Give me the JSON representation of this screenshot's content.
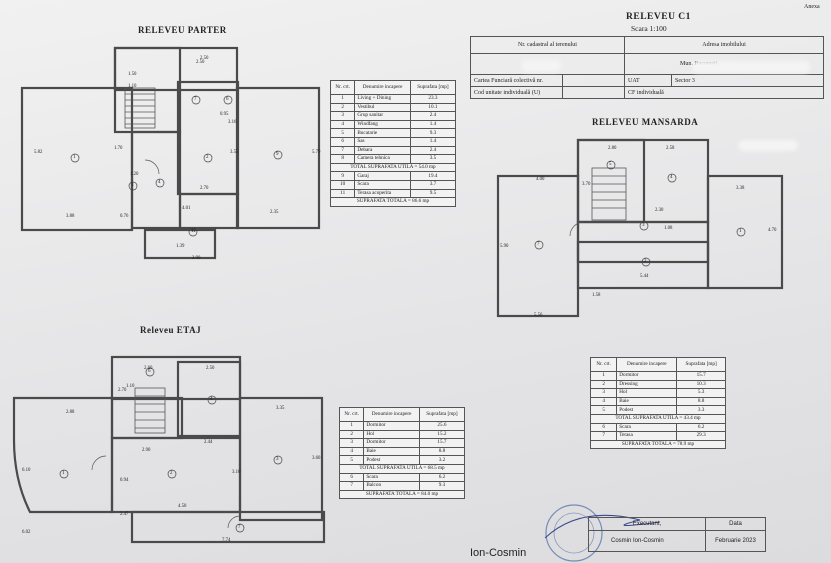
{
  "corner_text": "Anexa",
  "titles": {
    "parter": "RELEVEU PARTER",
    "etaj": "Releveu ETAJ",
    "mansarda": "RELEVEU MANSARDA",
    "c1": "RELEVEU C1",
    "scale": "Scara 1:100"
  },
  "cadastral": {
    "nr_label": "Nr. cadastral al terenului",
    "adresa_label": "Adresa imobilului",
    "adresa_value": "Mun. Bucuresti,",
    "cf_label": "Cartea Funciară colectivă nr.",
    "uat_label": "UAT",
    "sector": "Sector 3",
    "cod_label": "Cod unitate individuală (U)",
    "cf_ind_label": "CF individuală"
  },
  "table_header": {
    "nr": "Nr. crt.",
    "den": "Denumire incapere",
    "sup": "Suprafata [mp]"
  },
  "parter": {
    "rows": [
      {
        "nr": "1",
        "name": "Living + Dining",
        "area": "23.3"
      },
      {
        "nr": "2",
        "name": "Vestibul",
        "area": "10.1"
      },
      {
        "nr": "3",
        "name": "Grup sanitar",
        "area": "2.4"
      },
      {
        "nr": "4",
        "name": "Windfang",
        "area": "1.4"
      },
      {
        "nr": "5",
        "name": "Bucatarie",
        "area": "9.3"
      },
      {
        "nr": "6",
        "name": "Sas",
        "area": "1.4"
      },
      {
        "nr": "7",
        "name": "Debara",
        "area": "2.4"
      },
      {
        "nr": "8",
        "name": "Camera tehnica",
        "area": "3.5"
      }
    ],
    "util_total": "TOTAL SUPRAFATA UTILA = 54.0 mp",
    "extra_rows": [
      {
        "nr": "9",
        "name": "Garaj",
        "area": "19.4"
      },
      {
        "nr": "10",
        "name": "Scara",
        "area": "3.7"
      },
      {
        "nr": "11",
        "name": "Terasa acoperita",
        "area": "9.5"
      }
    ],
    "total": "SUPRAFATA TOTALA = 86.6 mp"
  },
  "etaj": {
    "rows": [
      {
        "nr": "1",
        "name": "Dormitor",
        "area": "25.6"
      },
      {
        "nr": "2",
        "name": "Hol",
        "area": "15.2"
      },
      {
        "nr": "3",
        "name": "Dormitor",
        "area": "15.7"
      },
      {
        "nr": "4",
        "name": "Baie",
        "area": "8.8"
      },
      {
        "nr": "5",
        "name": "Podest",
        "area": "3.2"
      }
    ],
    "util_total": "TOTAL SUPRAFATA UTILA = 68.5 mp",
    "extra_rows": [
      {
        "nr": "6",
        "name": "Scara",
        "area": "6.2"
      },
      {
        "nr": "7",
        "name": "Balcon",
        "area": "9.3"
      }
    ],
    "total": "SUPRAFATA TOTALA = 84.0 mp"
  },
  "mansarda": {
    "rows": [
      {
        "nr": "1",
        "name": "Dormitor",
        "area": "15.7"
      },
      {
        "nr": "2",
        "name": "Dressing",
        "area": "10.3"
      },
      {
        "nr": "3",
        "name": "Hol",
        "area": "5.3"
      },
      {
        "nr": "4",
        "name": "Baie",
        "area": "8.8"
      },
      {
        "nr": "5",
        "name": "Podest",
        "area": "3.3"
      }
    ],
    "util_total": "TOTAL SUPRAFATA UTILA = 43.4 mp",
    "extra_rows": [
      {
        "nr": "6",
        "name": "Scara",
        "area": "6.2"
      },
      {
        "nr": "7",
        "name": "Terasa",
        "area": "29.3"
      }
    ],
    "total": "SUPRAFATA TOTALA = 78.9 mp"
  },
  "parter_dims": [
    "2.50",
    "1.50",
    "1.10",
    "5.82",
    "1.70",
    "1.20",
    "2.70",
    "3.88",
    "0.76",
    "4.01",
    "1.39",
    "2.50",
    "3.55",
    "5.79",
    "2.35",
    "3.16",
    "0.95",
    "2.90"
  ],
  "etaj_dims": [
    "2.60",
    "2.50",
    "1.10",
    "2.88",
    "3.35",
    "2.44",
    "2.90",
    "6.10",
    "0.94",
    "4.50",
    "2.47",
    "6.02",
    "7.74",
    "3.10",
    "3.60",
    "2.70"
  ],
  "mansarda_dims": [
    "2.80",
    "2.58",
    "4.00",
    "3.38",
    "1.08",
    "3.70",
    "5.44",
    "5.90",
    "4.70",
    "5.56",
    "1.58",
    "2.30"
  ],
  "footer": {
    "signer": "Ion-Cosmin",
    "executant_label": "Executant,",
    "date_label": "Data",
    "executant_name": "Cosmin Ion-Cosmin",
    "date_value": "Februarie 2023",
    "stamp_text": "Certificat"
  },
  "colors": {
    "paper": "#e9e9e9",
    "ink": "#333333",
    "wall": "#4a4a4a"
  }
}
